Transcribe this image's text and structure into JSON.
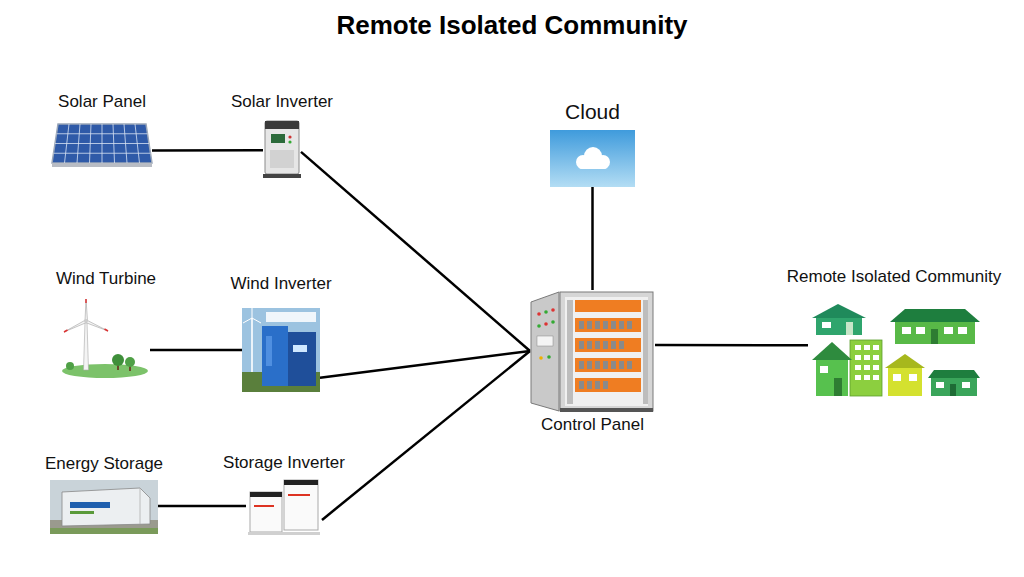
{
  "diagram": {
    "title": "Remote Isolated Community",
    "nodes": [
      {
        "text": [
          "Solar Panel"
        ]
      },
      {
        "text": [
          "Solar Inverter"
        ]
      },
      {
        "text": [
          "Cloud"
        ]
      },
      {
        "text": [
          "Wind Turbine"
        ]
      },
      {
        "text": [
          "Wind Inverter"
        ]
      },
      {
        "text": [
          "Control Panel"
        ]
      },
      {
        "text": [
          "Remote Isolated Community"
        ]
      },
      {
        "text": [
          "Energy Storage"
        ]
      },
      {
        "text": [
          "Storage Inverter"
        ]
      }
    ],
    "edges": [
      {
        "from": 0,
        "to": 1,
        "arrow": "none"
      },
      {
        "from": 1,
        "to": 5,
        "arrow": "none"
      },
      {
        "from": 3,
        "to": 4,
        "arrow": "none"
      },
      {
        "from": 4,
        "to": 5,
        "arrow": "none"
      },
      {
        "from": 7,
        "to": 8,
        "arrow": "none"
      },
      {
        "from": 8,
        "to": 5,
        "arrow": "none"
      },
      {
        "from": 2,
        "to": 5,
        "arrow": "none"
      },
      {
        "from": 5,
        "to": 6,
        "arrow": "none"
      }
    ]
  }
}
